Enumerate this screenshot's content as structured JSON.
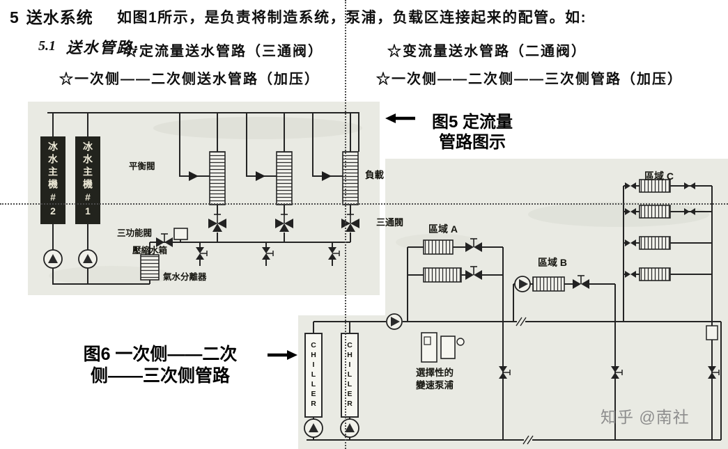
{
  "colors": {
    "ink": "#111111",
    "scan_background": "#e9eae3",
    "chiller_box": "#22231d",
    "watermark": "#8d8d8d"
  },
  "header": {
    "section_number": "5",
    "section_title": "送水系统",
    "intro": "如图1所示，是负责将制造系统，泵浦，负载区连接起来的配管。如:",
    "sub_number": "5.1",
    "sub_title": "送水管路:",
    "items": {
      "fixed": "☆定流量送水管路（三通阀）",
      "variable": "☆变流量送水管路（二通阀）",
      "primary_secondary": "☆一次侧——二次侧送水管路（加压）",
      "primary_secondary_tertiary": "☆一次侧——二次侧——三次侧管路（加压）"
    }
  },
  "fig5": {
    "caption_line1": "图5 定流量",
    "caption_line2": "管路图示",
    "labels": {
      "chiller_2": "冰水主機#2",
      "chiller_1": "冰水主機#1",
      "balance_valve": "平衡閥",
      "load": "負載",
      "three_way_valve": "三通閥",
      "three_function_valve": "三功能閥",
      "compression_tank": "壓縮水箱",
      "air_water_separator": "氣水分離器"
    }
  },
  "fig6": {
    "caption_line1": "图6 一次侧——二次",
    "caption_line2": "侧——三次侧管路",
    "labels": {
      "chiller_left": "CHILLER",
      "chiller_right": "CHILLER",
      "selective_pump_line1": "選擇性的",
      "selective_pump_line2": "變速泵浦",
      "zone_a": "區域 A",
      "zone_b": "區域 B",
      "zone_c": "區域 C"
    }
  },
  "watermark": "知乎 @南社"
}
